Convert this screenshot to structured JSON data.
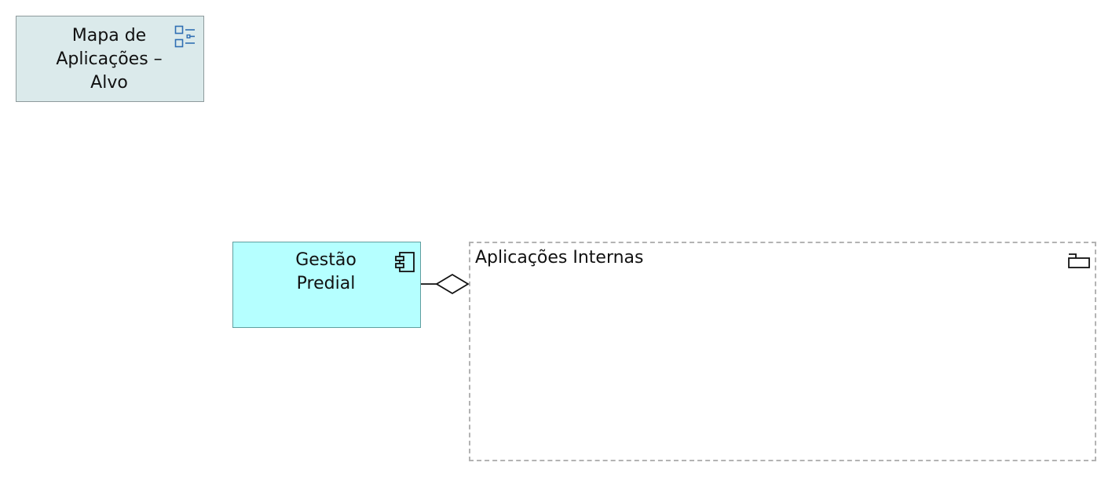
{
  "diagram": {
    "nodes": {
      "mapa_aplicacoes": {
        "label": "Mapa de\nAplicações –\nAlvo",
        "icon": "list-icon",
        "fill_color": "#dbeaeb",
        "border_color": "#8e9a9c",
        "icon_color": "#2f6fb3"
      },
      "gestao_predial": {
        "label": "Gestão\nPredial",
        "icon": "component-icon",
        "fill_color": "#b5ffff",
        "border_color": "#5f9fa0"
      },
      "aplicacoes_internas": {
        "label": "Aplicações Internas",
        "icon": "folder-icon",
        "border_color": "#b3b3b3",
        "border_style": "dashed"
      }
    },
    "edges": [
      {
        "from": "aplicacoes_internas",
        "to": "gestao_predial",
        "type": "aggregation",
        "marker": "hollow-diamond"
      }
    ]
  }
}
